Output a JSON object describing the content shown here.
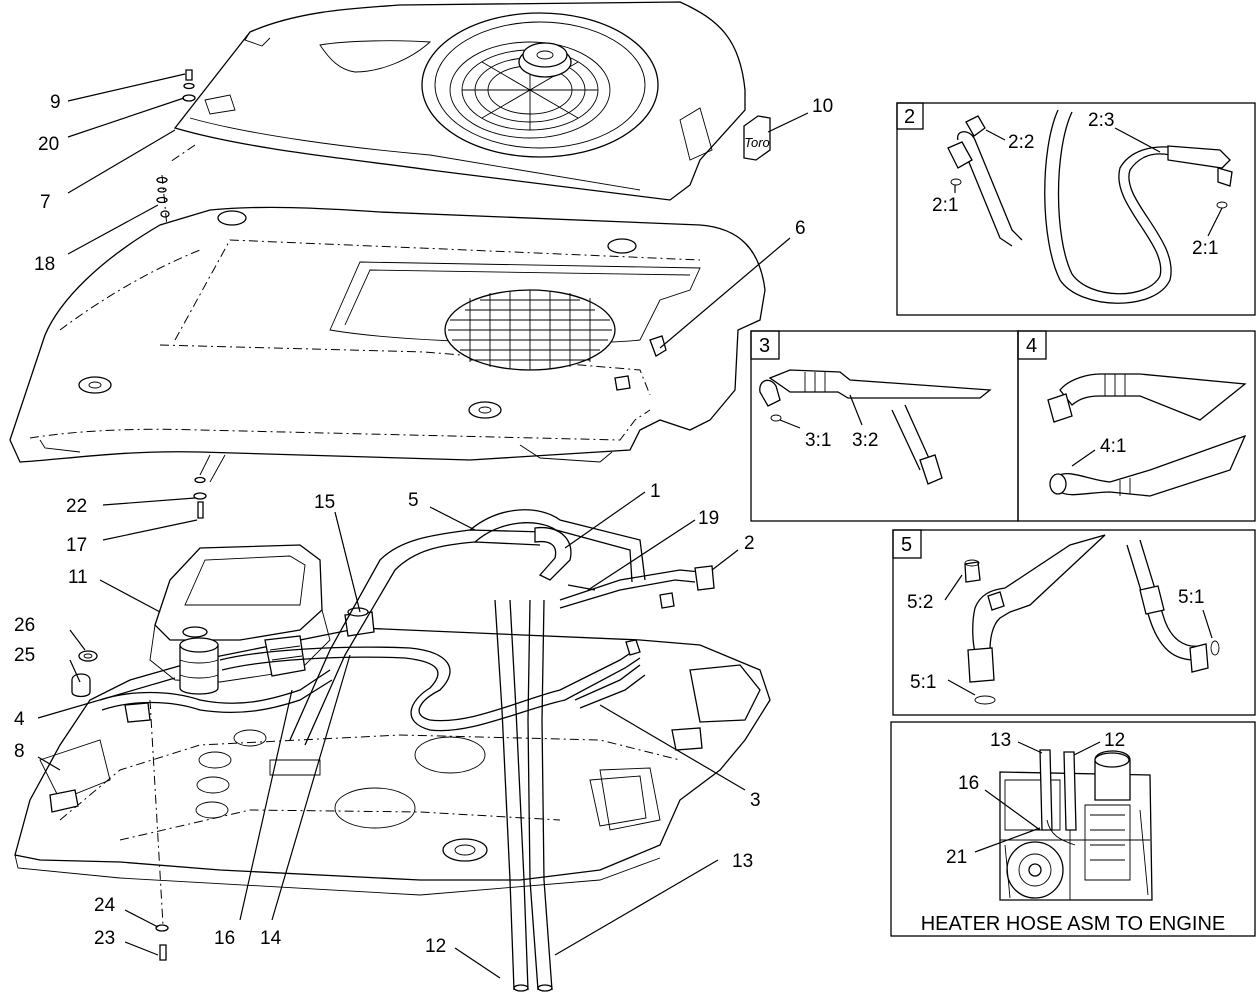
{
  "callouts": {
    "c1": "1",
    "c2": "2",
    "c3": "3",
    "c4": "4",
    "c5": "5",
    "c6": "6",
    "c7": "7",
    "c8": "8",
    "c9": "9",
    "c10": "10",
    "c11": "11",
    "c12a": "12",
    "c13a": "13",
    "c14": "14",
    "c15": "15",
    "c16a": "16",
    "c17": "17",
    "c18": "18",
    "c19": "19",
    "c20": "20",
    "c22": "22",
    "c23": "23",
    "c24": "24",
    "c25": "25",
    "c26": "26"
  },
  "detail2": {
    "tag": "2",
    "l_2_2": "2:2",
    "l_2_3": "2:3",
    "l_2_1a": "2:1",
    "l_2_1b": "2:1"
  },
  "detail3": {
    "tag": "3",
    "l_3_1": "3:1",
    "l_3_2": "3:2"
  },
  "detail4": {
    "tag": "4",
    "l_4_1": "4:1"
  },
  "detail5": {
    "tag": "5",
    "l_5_2": "5:2",
    "l_5_1a": "5:1",
    "l_5_1b": "5:1"
  },
  "engine_detail": {
    "l13": "13",
    "l12": "12",
    "l16": "16",
    "l21": "21",
    "caption": "HEATER HOSE ASM TO ENGINE"
  },
  "logo_text": "Toro"
}
